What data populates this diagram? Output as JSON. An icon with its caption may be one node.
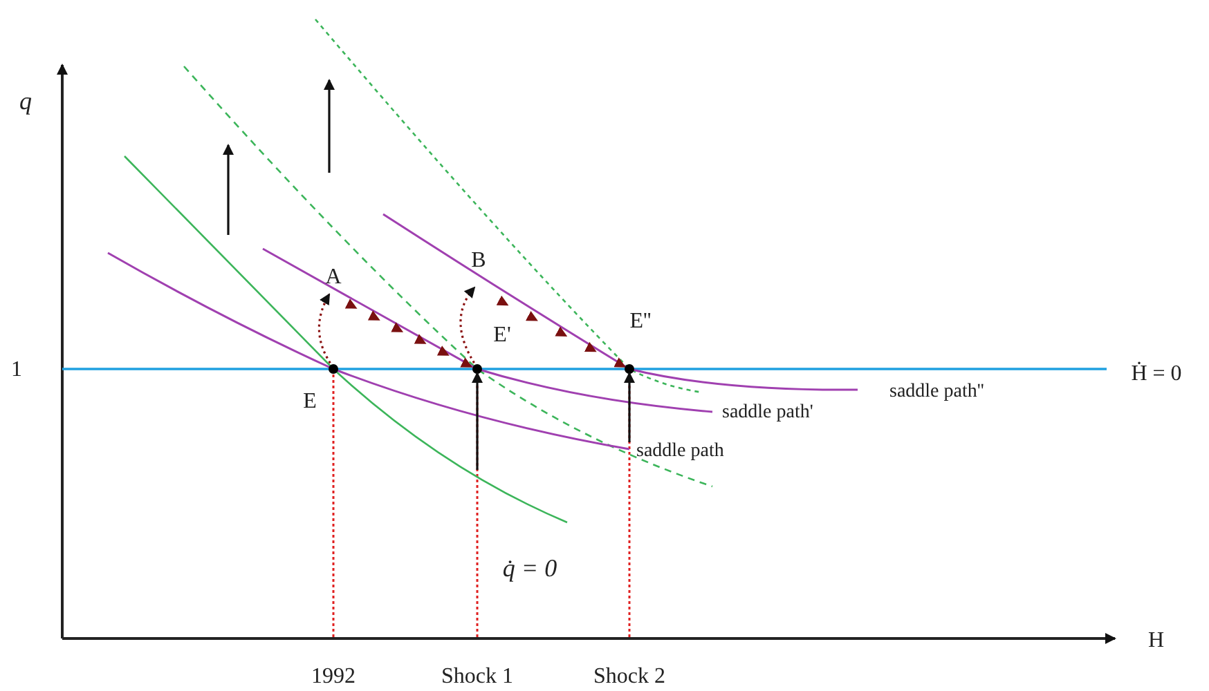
{
  "diagram": {
    "labels": [
      "q",
      "A",
      "B",
      "E''",
      "E'",
      "1",
      "Ḣ = 0",
      "E",
      "saddle path''",
      "saddle path'",
      "saddle path",
      "q̇ = 0",
      "H",
      "1992",
      "Shock 1",
      "Shock 2"
    ]
  }
}
